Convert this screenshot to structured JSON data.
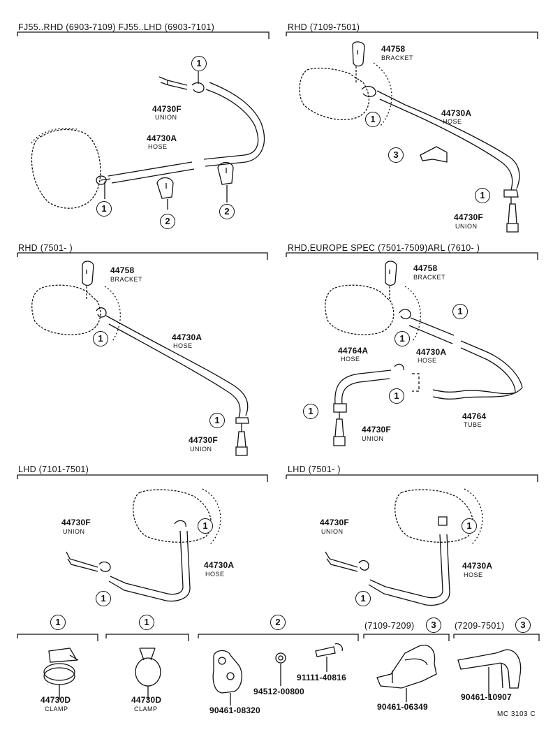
{
  "headers": {
    "s1": "FJ55..RHD (6903-7109) FJ55..LHD (6903-7101)",
    "s2": "RHD (7109-7501)",
    "s3": "RHD (7501-        )",
    "s4": "RHD,EUROPE SPEC  (7501-7509)ARL (7610-       )",
    "s5": "LHD (7101-7501)",
    "s6": "LHD (7501-        )"
  },
  "parts": {
    "union": {
      "num": "44730F",
      "name": "UNION"
    },
    "hose": {
      "num": "44730A",
      "name": "HOSE"
    },
    "bracket": {
      "num": "44758",
      "name": "BRACKET"
    },
    "hose2": {
      "num": "44764A",
      "name": "HOSE"
    },
    "tube": {
      "num": "44764",
      "name": "TUBE"
    },
    "clamp": {
      "num": "44730D",
      "name": "CLAMP"
    }
  },
  "callouts": {
    "c1": "1",
    "c2": "2",
    "c3": "3"
  },
  "bottom": {
    "g3a_range": "(7109-7209)",
    "g3b_range": "(7209-7501)",
    "p90461_08320": "90461-08320",
    "p94512_00800": "94512-00800",
    "p91111_40816": "91111-40816",
    "p90461_06349": "90461-06349",
    "p90461_10907": "90461-10907"
  },
  "footer": "MC 3103 C"
}
